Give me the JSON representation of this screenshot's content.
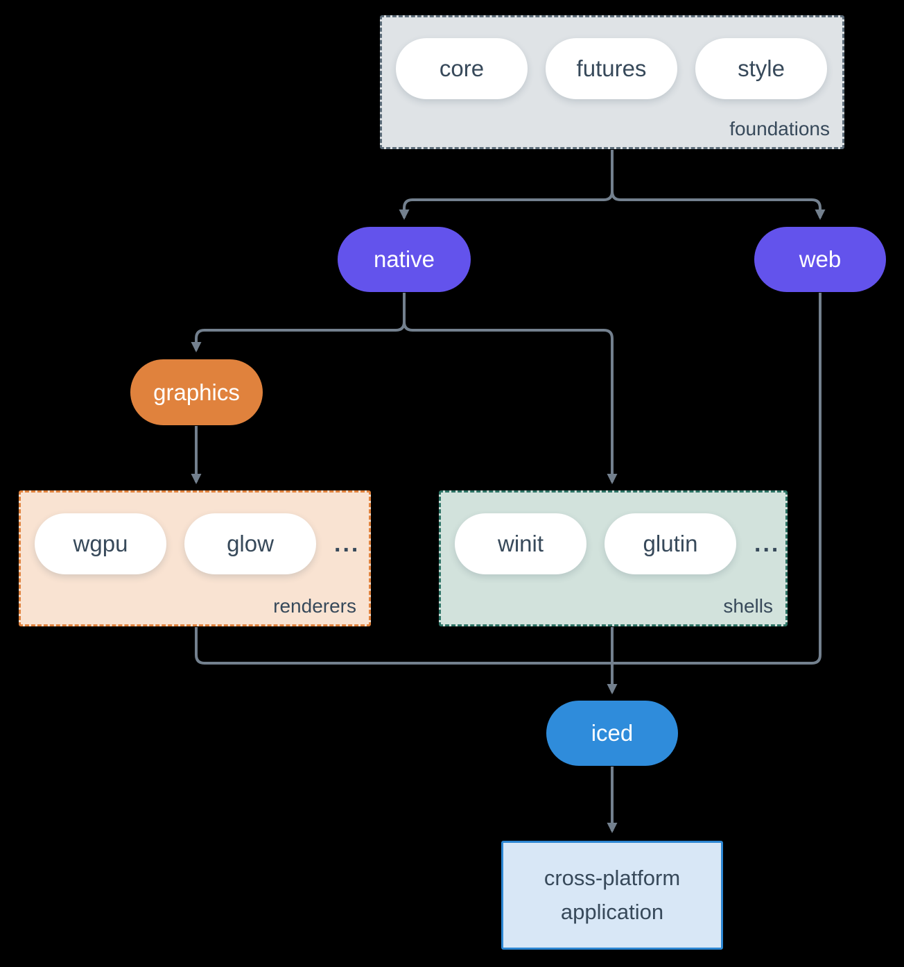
{
  "diagram": {
    "colors": {
      "background": "#000000",
      "arrow": "#73808E",
      "text_dark": "#37495A",
      "pill_white": "#FFFFFF",
      "purple": "#6353EC",
      "orange": "#E0823D",
      "blue": "#2F8CDB",
      "foundations_bg": "#DFE3E6",
      "foundations_border": "#5C6C79",
      "renderers_bg": "#F9E3D2",
      "renderers_border": "#E0823D",
      "shells_bg": "#D2E2DC",
      "shells_border": "#2D7365",
      "application_bg": "#D8E7F6",
      "application_border": "#2C86D2"
    },
    "groups": {
      "foundations": {
        "label": "foundations",
        "pills": [
          "core",
          "futures",
          "style"
        ]
      },
      "renderers": {
        "label": "renderers",
        "pills": [
          "wgpu",
          "glow"
        ],
        "ellipsis": "..."
      },
      "shells": {
        "label": "shells",
        "pills": [
          "winit",
          "glutin"
        ],
        "ellipsis": "..."
      }
    },
    "nodes": {
      "native": "native",
      "web": "web",
      "graphics": "graphics",
      "iced": "iced",
      "application": "cross-platform application"
    }
  }
}
